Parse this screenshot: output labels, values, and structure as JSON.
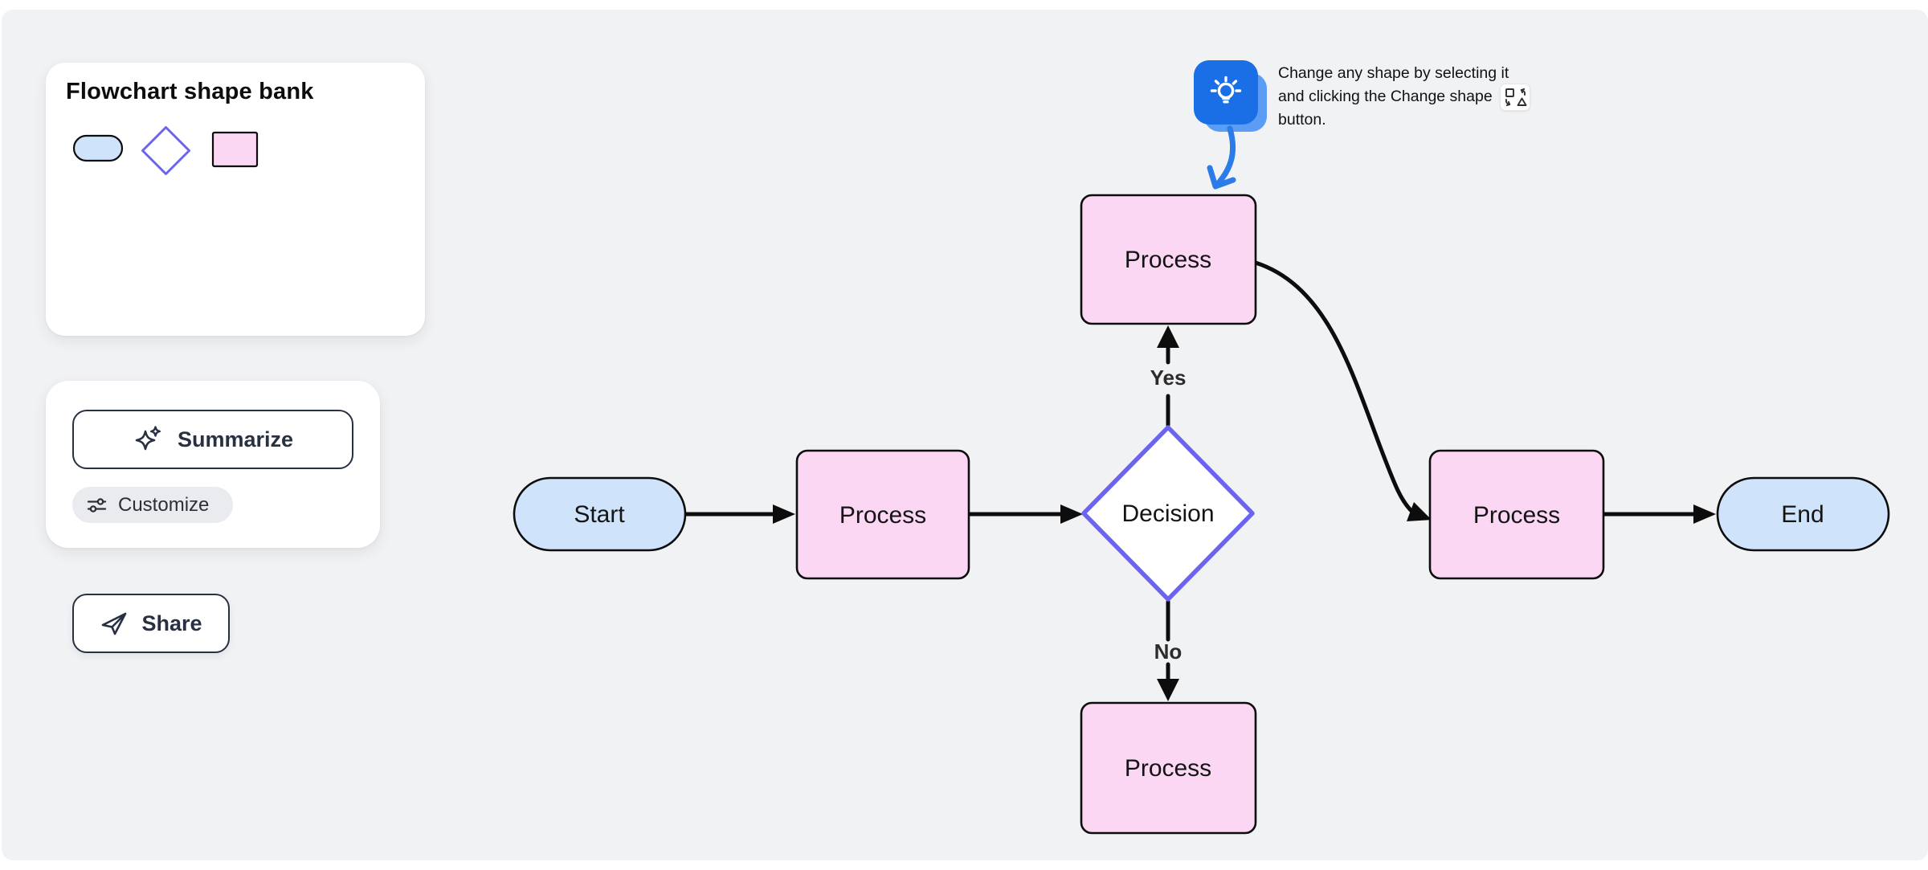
{
  "app": {
    "canvas_background": "#f1f2f4"
  },
  "shape_bank": {
    "title": "Flowchart shape bank",
    "shapes": [
      {
        "name": "terminator-pill",
        "fill": "#cfe3fa",
        "stroke": "#0d0d0d"
      },
      {
        "name": "decision-diamond",
        "fill": "#ffffff",
        "stroke": "#6c63ee"
      },
      {
        "name": "process-rectangle",
        "fill": "#fcd7f4",
        "stroke": "#0d0d0d"
      }
    ]
  },
  "actions": {
    "summarize_label": "Summarize",
    "customize_label": "Customize",
    "share_label": "Share"
  },
  "tip": {
    "icon": "lightbulb-icon",
    "icon_color": "#1a6fe6",
    "icon_back_color": "#5b9cf4",
    "line1": "Change any shape by selecting it",
    "line2": "and clicking the Change shape",
    "line2_inline_icon": "change-shape-icon",
    "line3": "button.",
    "arrow_color": "#2b7ce8"
  },
  "flowchart": {
    "nodes": [
      {
        "id": "start",
        "type": "terminator",
        "label": "Start"
      },
      {
        "id": "process-1",
        "type": "process",
        "label": "Process"
      },
      {
        "id": "decision-1",
        "type": "decision",
        "label": "Decision"
      },
      {
        "id": "process-yes",
        "type": "process",
        "label": "Process"
      },
      {
        "id": "process-no",
        "type": "process",
        "label": "Process"
      },
      {
        "id": "process-right",
        "type": "process",
        "label": "Process"
      },
      {
        "id": "end",
        "type": "terminator",
        "label": "End"
      }
    ],
    "edge_labels": {
      "yes": "Yes",
      "no": "No"
    },
    "edges": [
      {
        "from": "start",
        "to": "process-1"
      },
      {
        "from": "process-1",
        "to": "decision-1"
      },
      {
        "from": "decision-1",
        "to": "process-yes",
        "label": "Yes"
      },
      {
        "from": "decision-1",
        "to": "process-no",
        "label": "No"
      },
      {
        "from": "process-yes",
        "to": "process-right"
      },
      {
        "from": "process-right",
        "to": "end"
      }
    ],
    "colors": {
      "terminator_fill": "#cfe3fa",
      "process_fill": "#fcd7f4",
      "decision_stroke": "#6c63ee",
      "connector": "#0d0d0d"
    }
  }
}
